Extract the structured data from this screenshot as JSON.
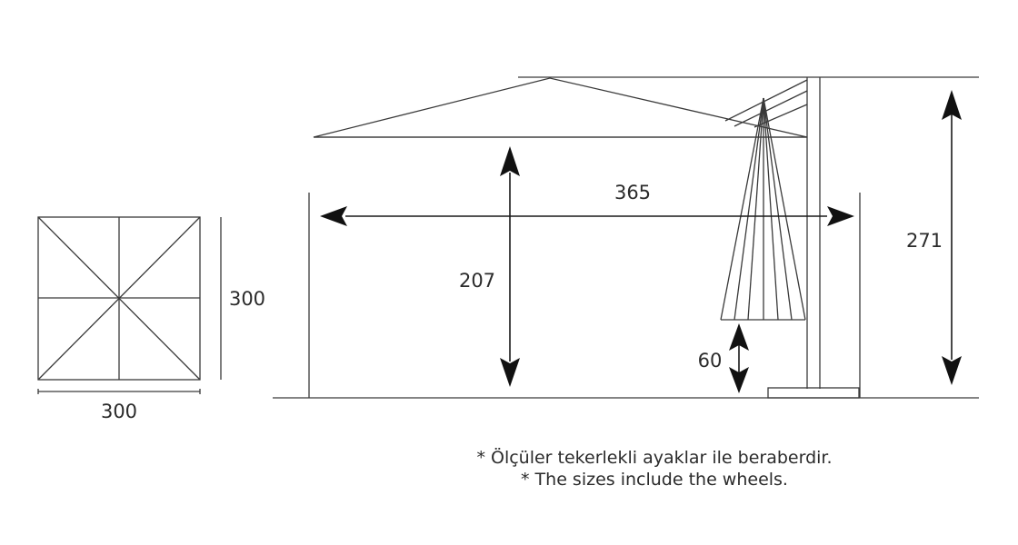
{
  "top_view": {
    "width_label": "300",
    "depth_label": "300"
  },
  "side_view": {
    "span_label": "365",
    "height_label": "207",
    "total_height_label": "271",
    "clearance_label": "60"
  },
  "notes": {
    "turkish": "* Ölçüler tekerlekli ayaklar ile beraberdir.",
    "english": "* The sizes include the wheels."
  }
}
